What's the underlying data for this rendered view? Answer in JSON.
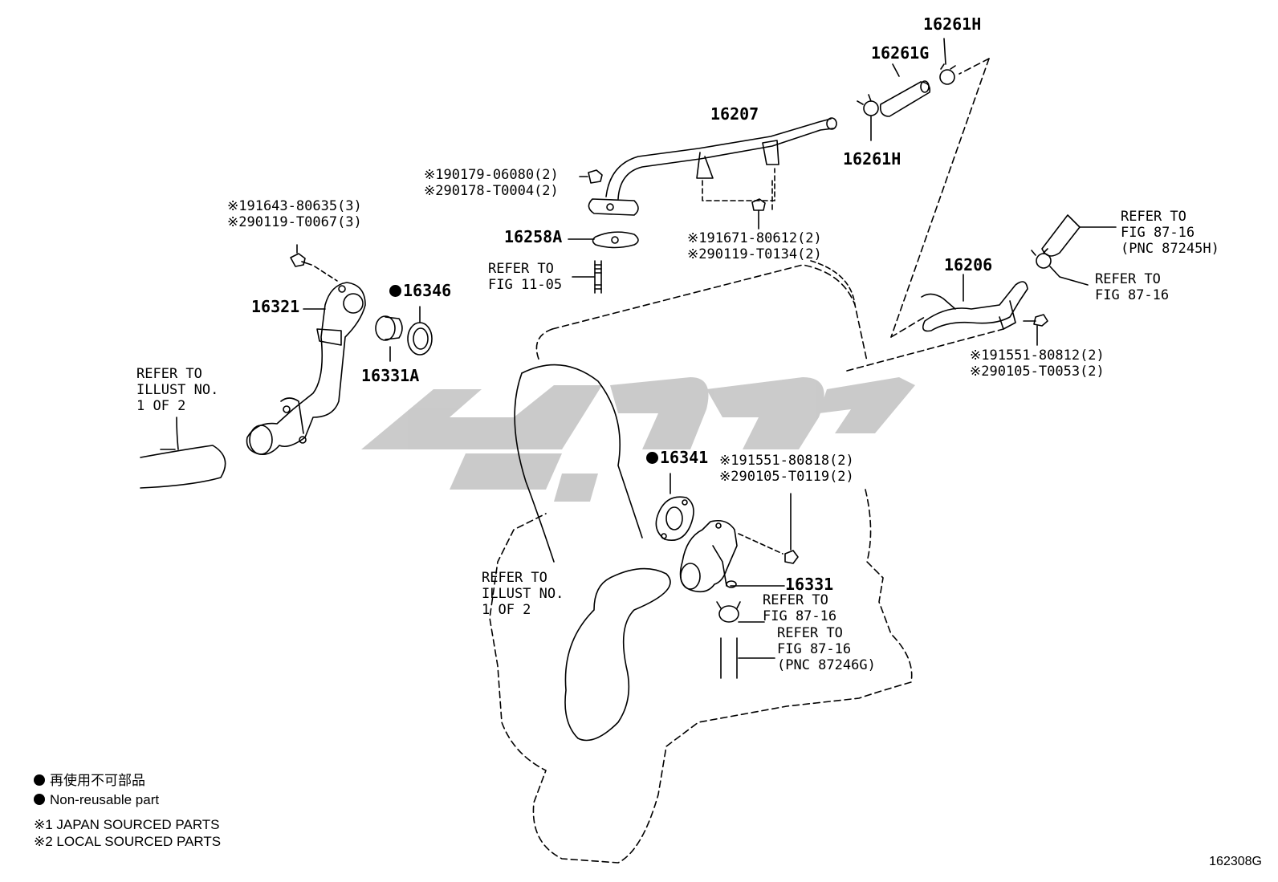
{
  "labels": {
    "p16261H_top": "16261H",
    "p16261G": "16261G",
    "p16207": "16207",
    "p16261H_bot": "16261H",
    "b190179": "※190179-06080(2)",
    "b290178": "※290178-T0004(2)",
    "b191643": "※191643-80635(3)",
    "b290119_t0067": "※290119-T0067(3)",
    "p16258A": "16258A",
    "refer_fig1105_a": "REFER TO",
    "refer_fig1105_b": "FIG 11-05",
    "b191671": "※191671-80612(2)",
    "b290119_t0134": "※290119-T0134(2)",
    "p16321": "16321",
    "p16346": "16346",
    "p16331A": "16331A",
    "p16206": "16206",
    "refer_87245H_a": "REFER TO",
    "refer_87245H_b": "FIG 87-16",
    "refer_87245H_c": "(PNC 87245H)",
    "refer_8716_right_a": "REFER TO",
    "refer_8716_right_b": "FIG 87-16",
    "b191551_80812": "※191551-80812(2)",
    "b290105_t0053": "※290105-T0053(2)",
    "refer_illust_left_a": "REFER TO",
    "refer_illust_left_b": "ILLUST NO.",
    "refer_illust_left_c": "1 OF 2",
    "p16341": "16341",
    "b191551_80818": "※191551-80818(2)",
    "b290105_t0119": "※290105-T0119(2)",
    "refer_illust_mid_a": "REFER TO",
    "refer_illust_mid_b": "ILLUST NO.",
    "refer_illust_mid_c": "1 OF 2",
    "p16331": "16331",
    "refer_8716_mid_a": "REFER TO",
    "refer_8716_mid_b": "FIG 87-16",
    "refer_87246G_a": "REFER TO",
    "refer_87246G_b": "FIG 87-16",
    "refer_87246G_c": "(PNC 87246G)"
  },
  "legend": {
    "line1": "再使用不可部品",
    "line2": "Non-reusable part",
    "line3": "※1 JAPAN SOURCED PARTS",
    "line4": "※2 LOCAL SOURCED PARTS"
  },
  "illustration_number": "162308G",
  "colors": {
    "ink": "#000000",
    "watermark": "#c8c8c8",
    "background": "#ffffff"
  }
}
